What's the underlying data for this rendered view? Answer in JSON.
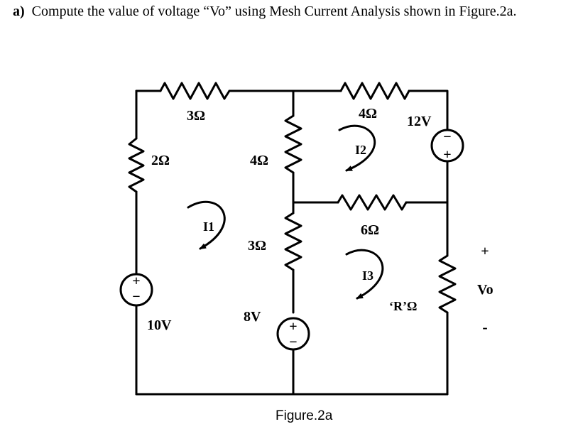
{
  "question": {
    "label": "a)",
    "text": "Compute the value of voltage “Vo” using Mesh Current Analysis shown in Figure.2a."
  },
  "circuit": {
    "resistors": {
      "r_top_left": "3Ω",
      "r_left": "2Ω",
      "r_mid_upper": "4Ω",
      "r_top_right": "4Ω",
      "r_mid_horizontal": "6Ω",
      "r_mid_lower": "3Ω",
      "r_load": "‘R’Ω"
    },
    "sources": {
      "v_left": "10V",
      "v_mid": "8V",
      "v_right": "12V"
    },
    "mesh_currents": {
      "i1": "I1",
      "i2": "I2",
      "i3": "I3"
    },
    "output": {
      "plus": "+",
      "label": "Vo",
      "minus": "-"
    },
    "polarity": {
      "plus": "+",
      "minus": "−"
    }
  },
  "caption": "Figure.2a"
}
